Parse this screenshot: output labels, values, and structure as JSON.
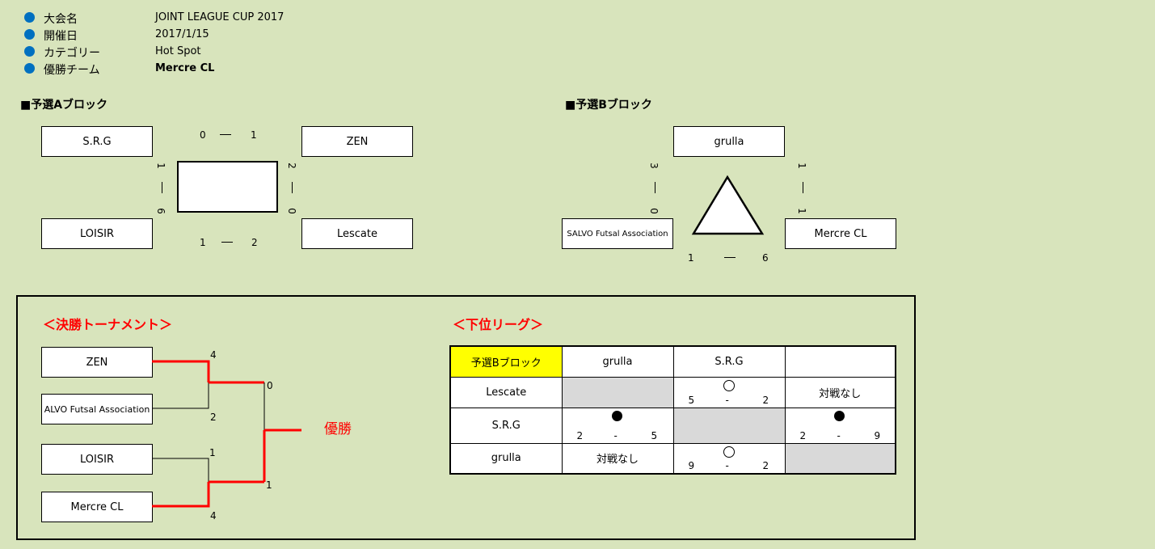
{
  "info": {
    "rows": [
      {
        "label": "大会名",
        "value": "JOINT LEAGUE CUP 2017"
      },
      {
        "label": "開催日",
        "value": "2017/1/15"
      },
      {
        "label": "カテゴリー",
        "value": "Hot Spot"
      },
      {
        "label": "優勝チーム",
        "value": "Mercre CL"
      }
    ]
  },
  "block_a": {
    "title": "■予選Aブロック",
    "teams": {
      "top_left": "S.R.G",
      "top_right": "ZEN",
      "bottom_left": "LOISIR",
      "bottom_right": "Lescate"
    },
    "scores": {
      "top": [
        "0",
        "1"
      ],
      "bottom": [
        "1",
        "2"
      ],
      "left": [
        "1",
        "6"
      ],
      "right": [
        "2",
        "0"
      ]
    }
  },
  "block_b": {
    "title": "■予選Bブロック",
    "teams": {
      "top": "grulla",
      "left": "SALVO Futsal Association",
      "right": "Mercre CL"
    },
    "scores": {
      "left": [
        "3",
        "0"
      ],
      "right": [
        "1",
        "1"
      ],
      "bottom": [
        "1",
        "6"
      ]
    }
  },
  "tournament": {
    "title": "＜決勝トーナメント＞",
    "teams": [
      "ZEN",
      "ALVO Futsal Association",
      "LOISIR",
      "Mercre CL"
    ],
    "scores": {
      "m1_top": "4",
      "m1_bottom": "2",
      "m2_top": "1",
      "m2_bottom": "4",
      "final_top": "0",
      "final_bottom": "1"
    },
    "champion_label": "優勝"
  },
  "lower_league": {
    "title": "＜下位リーグ＞",
    "header": [
      "予選Bブロック",
      "grulla",
      "S.R.G",
      ""
    ],
    "rows": [
      {
        "team": "Lescate",
        "cells": [
          {
            "type": "gray"
          },
          {
            "type": "score",
            "mark": "win",
            "left": "5",
            "mid": "-",
            "right": "2"
          },
          {
            "type": "text",
            "text": "対戦なし"
          }
        ]
      },
      {
        "team": "S.R.G",
        "cells": [
          {
            "type": "score",
            "mark": "loss",
            "left": "2",
            "mid": "-",
            "right": "5"
          },
          {
            "type": "gray"
          },
          {
            "type": "score",
            "mark": "loss",
            "left": "2",
            "mid": "-",
            "right": "9"
          }
        ]
      },
      {
        "team": "grulla",
        "cells": [
          {
            "type": "text",
            "text": "対戦なし"
          },
          {
            "type": "score",
            "mark": "win",
            "left": "9",
            "mid": "-",
            "right": "2"
          },
          {
            "type": "gray"
          }
        ]
      }
    ]
  },
  "colors": {
    "background": "#d8e4bc",
    "bullet": "#0070c0",
    "accent_red": "#ff0000",
    "header_yellow": "#ffff00",
    "cell_gray": "#d9d9d9"
  }
}
